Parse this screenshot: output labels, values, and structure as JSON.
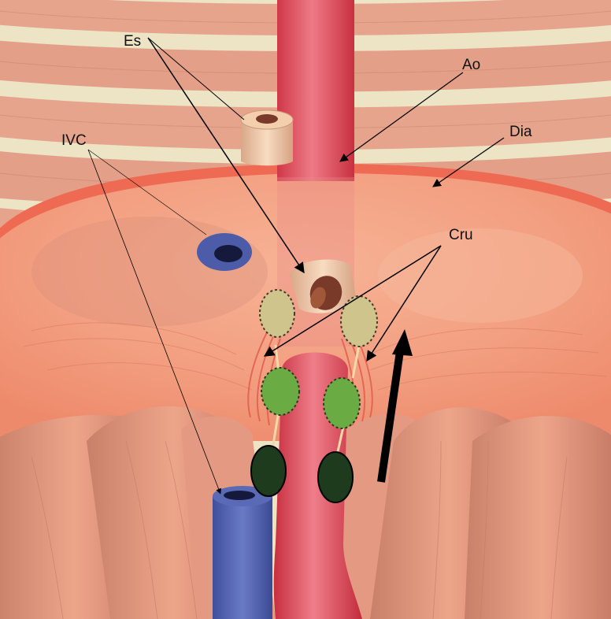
{
  "labels": {
    "es": "Es",
    "ao": "Ao",
    "dia": "Dia",
    "ivc": "IVC",
    "cru": "Cru"
  },
  "colors": {
    "rib_muscle": "#e6a48c",
    "rib_gap": "#ece4c4",
    "diaphragm": "#f4a282",
    "diaphragm_rim": "#ee6a52",
    "aorta": "#e0505e",
    "ivc": "#5464ae",
    "esophagus": "#f0c8a4",
    "crus_upper": "#cfc48c",
    "crus_middle": "#6aab44",
    "crus_lower": "#1f3b1d",
    "psoas_muscle": "#e79a80",
    "arrow": "#000000"
  }
}
